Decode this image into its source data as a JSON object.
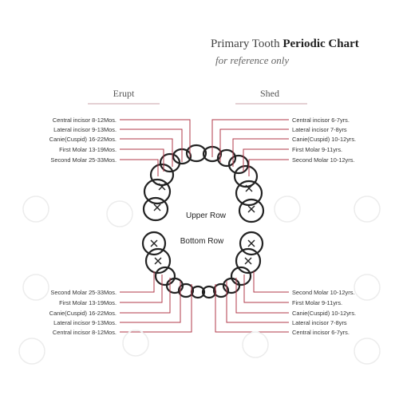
{
  "title": {
    "regular": "Primary Tooth ",
    "bold": "Periodic Chart"
  },
  "subtitle": "for reference only",
  "headers": {
    "erupt": "Erupt",
    "shed": "Shed"
  },
  "row_labels": {
    "upper": "Upper Row",
    "bottom": "Bottom Row"
  },
  "upper_erupt": [
    "Central incisor 8-12Mos.",
    "Lateral incisor 9-13Mos.",
    "Canie(Cuspid) 16-22Mos.",
    "First Molar 13-19Mos.",
    "Second Molar 25-33Mos."
  ],
  "upper_shed": [
    "Central incisor 6-7yrs.",
    "Lateral incisor 7-8yrs",
    "Canie(Cuspid) 10-12yrs.",
    "First Molar 9-11yrs.",
    "Second Molar 10-12yrs."
  ],
  "lower_erupt": [
    "Second Molar 25-33Mos.",
    "First Molar 13-19Mos.",
    "Canie(Cuspid) 16-22Mos.",
    "Lateral incisor 9-13Mos.",
    "Central incisor 8-12Mos."
  ],
  "lower_shed": [
    "Second Molar 10-12yrs.",
    "First Molar 9-11yrs.",
    "Canie(Cuspid) 10-12yrs.",
    "Lateral incisor 7-8yrs",
    "Central incisor 6-7yrs."
  ],
  "colors": {
    "leader_line": "#b2384a",
    "tooth_outline": "#222222",
    "header_line": "#c9a0a8"
  }
}
